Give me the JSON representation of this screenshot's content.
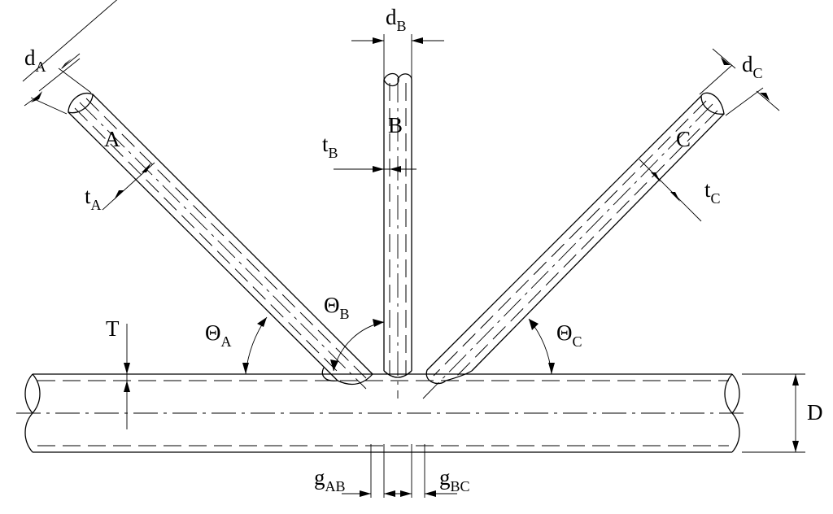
{
  "labels": {
    "member_a": "A",
    "member_b": "B",
    "member_c": "C",
    "chord_diameter": "D",
    "chord_thickness": "T"
  },
  "symbols": {
    "d_a": {
      "main": "d",
      "sub": "A"
    },
    "d_b": {
      "main": "d",
      "sub": "B"
    },
    "d_c": {
      "main": "d",
      "sub": "C"
    },
    "t_a": {
      "main": "t",
      "sub": "A"
    },
    "t_b": {
      "main": "t",
      "sub": "B"
    },
    "t_c": {
      "main": "t",
      "sub": "C"
    },
    "theta_a": {
      "main": "Θ",
      "sub": "A"
    },
    "theta_b": {
      "main": "Θ",
      "sub": "B"
    },
    "theta_c": {
      "main": "Θ",
      "sub": "C"
    },
    "g_ab": {
      "main": "g",
      "sub": "AB"
    },
    "g_bc": {
      "main": "g",
      "sub": "BC"
    }
  }
}
